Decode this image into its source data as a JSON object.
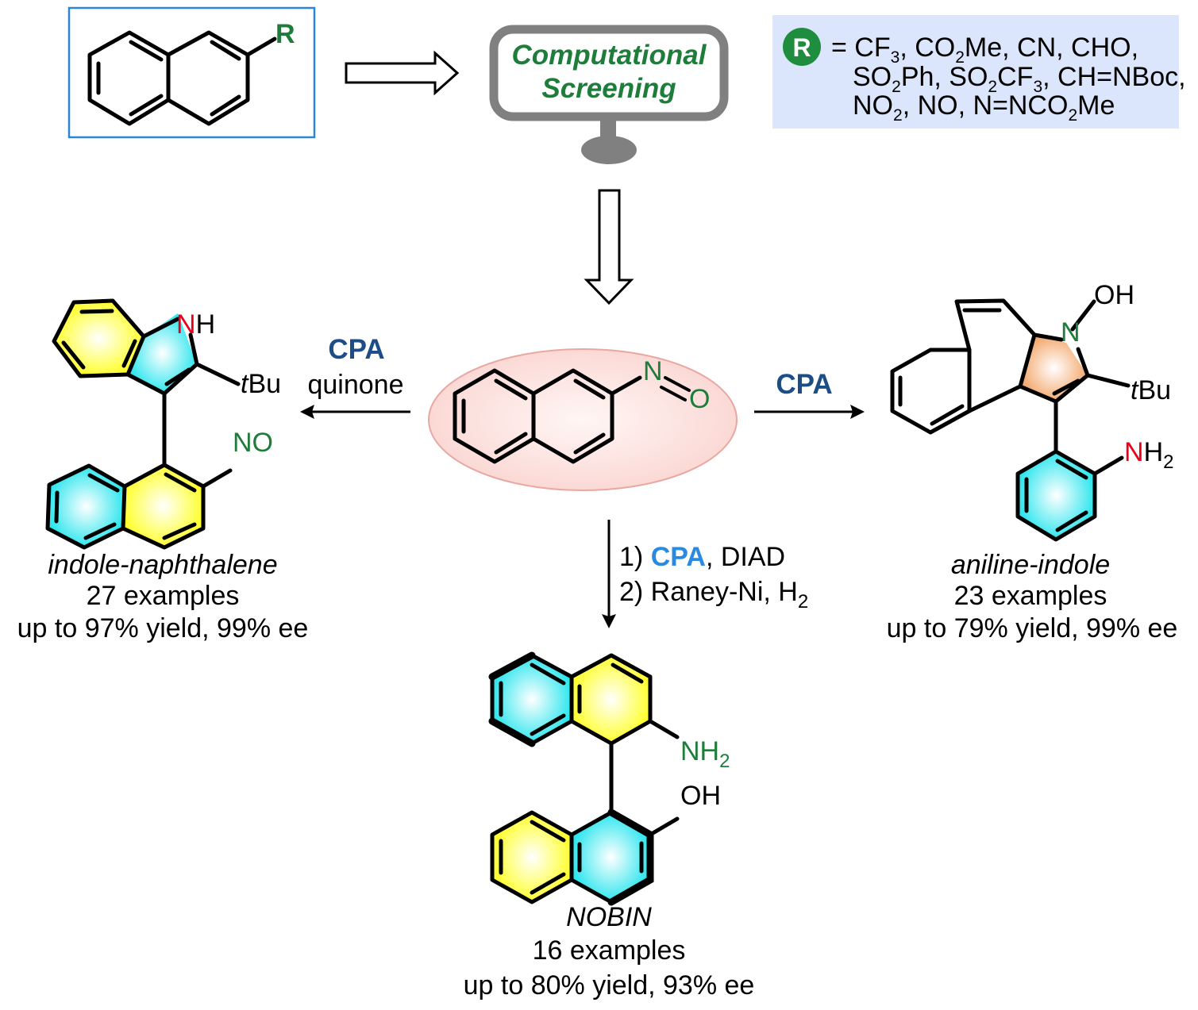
{
  "start": {
    "substituent_label": "R"
  },
  "screening": {
    "line1": "Computational",
    "line2": "Screening"
  },
  "r_box": {
    "badge": "R",
    "line1": "= CF3, CO2Me, CN, CHO,",
    "line2": "SO2Ph, SO2CF3, CH=NBoc,",
    "line3": "NO2, NO, N=NCO2Me"
  },
  "center": {
    "n_label": "N",
    "o_label": "O"
  },
  "left_path": {
    "reagent_bold": "CPA",
    "reagent": "quinone"
  },
  "right_path": {
    "reagent_bold": "CPA"
  },
  "down_path": {
    "step1_prefix": "1) ",
    "step1_bold": "CPA",
    "step1_suffix": ", DIAD",
    "step2": "2) Raney-Ni, H2"
  },
  "indole_naphthalene": {
    "n_label": "N",
    "h_label": "H",
    "tbu_t": "t",
    "tbu_bu": "Bu",
    "no_label": "NO",
    "name": "indole-naphthalene",
    "examples": "27 examples",
    "yield": "up to 97% yield, 99% ee"
  },
  "aniline_indole": {
    "oh_label": "OH",
    "n_label": "N",
    "tbu_t": "t",
    "tbu_bu": "Bu",
    "nh2_n": "N",
    "nh2_h": "H2",
    "name": "aniline-indole",
    "examples": "23 examples",
    "yield": "up to 79% yield, 99% ee"
  },
  "nobin": {
    "nh2_label": "NH2",
    "oh_label": "OH",
    "name": "NOBIN",
    "examples": "16 examples",
    "yield": "up to 80% yield, 93% ee"
  },
  "colors": {
    "blue_frame": "#2b86d6",
    "green": "#1e7d3a",
    "red": "#e8001c",
    "cpa_dark": "#1d4d86",
    "cpa_light": "#2a8ae0",
    "r_box_fill": "#dbe5fb",
    "ellipse_fill": "#fde6e4",
    "yellow": "#ffff3a",
    "cyan": "#3ae8ee",
    "orange": "#f4b27d",
    "monitor_gray": "#808080"
  }
}
